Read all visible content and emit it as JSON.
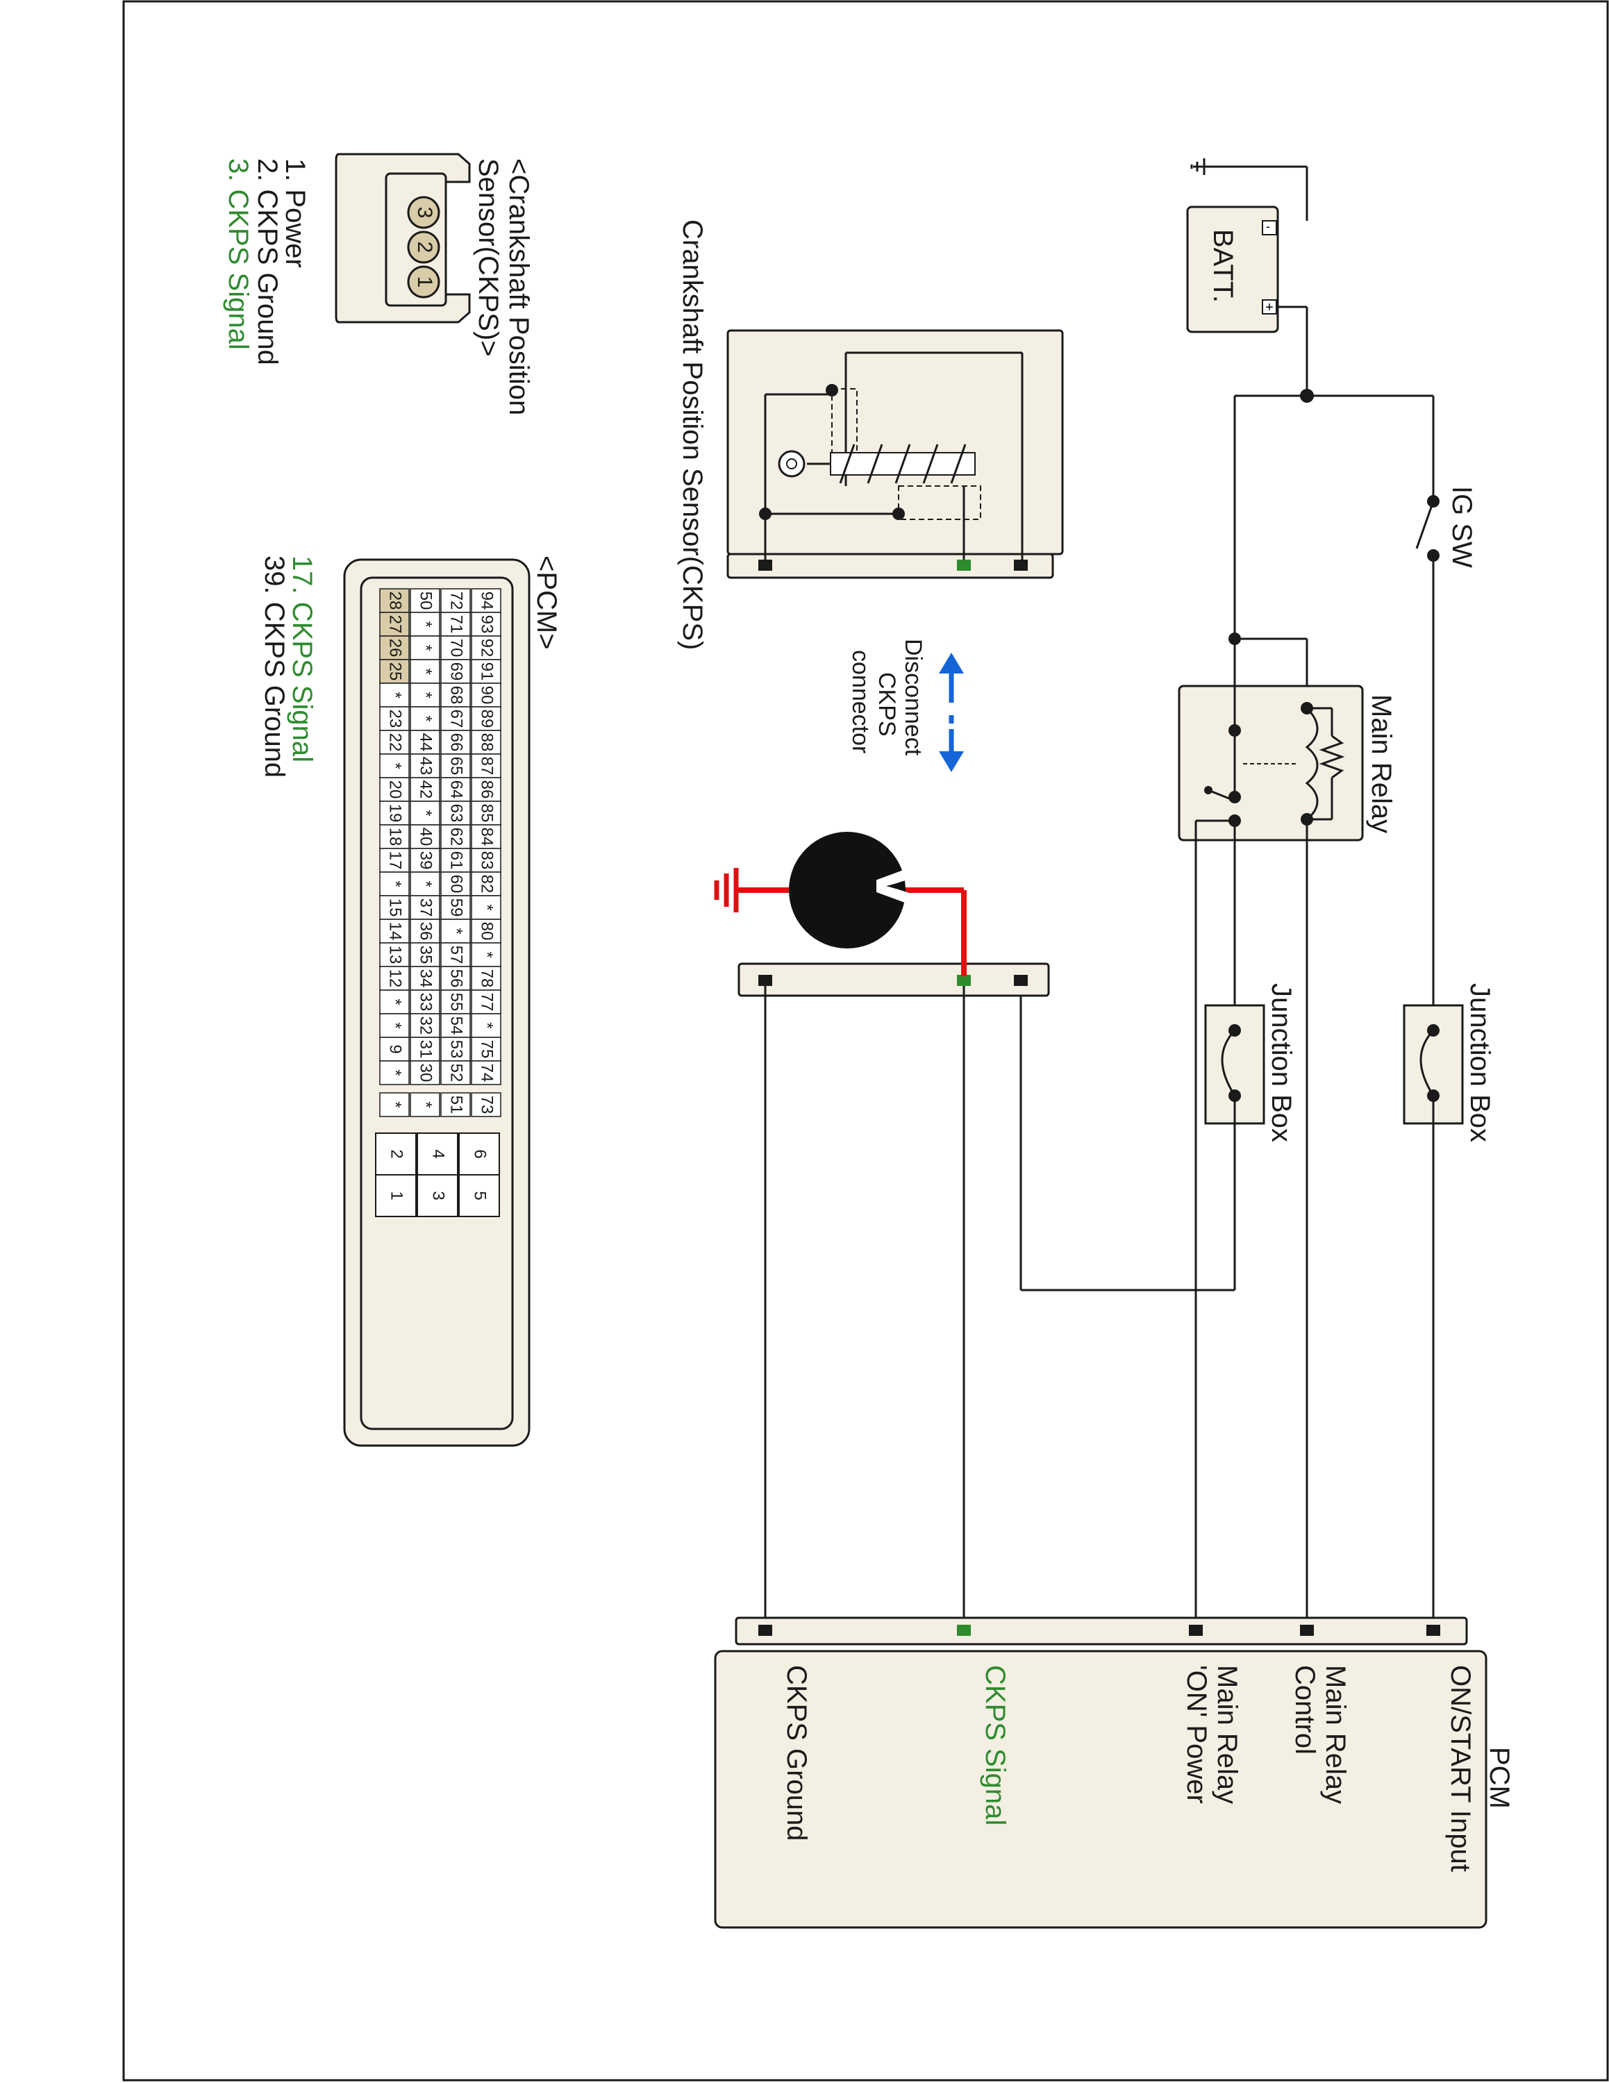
{
  "colors": {
    "wire": "#1a1a1a",
    "signal_green": "#2e8b2e",
    "probe_red": "#e01010",
    "arrow_blue": "#1565d8",
    "connector_fill": "#f3efe3",
    "highlight_pin": "#d9ccA8"
  },
  "labels": {
    "battery": "BATT.",
    "ig_sw": "IG SW",
    "main_relay": "Main Relay",
    "junction_box_1": "Junction Box",
    "junction_box_2": "Junction Box",
    "ckps_component": "Crankshaft Position Sensor(CKPS)",
    "disconnect_line1": "Disconnect",
    "disconnect_line2": "CKPS",
    "disconnect_line3": "connector",
    "voltmeter": "V",
    "pcm_title": "PCM"
  },
  "pcm_terminals": [
    {
      "label_lines": [
        "ON/START Input"
      ],
      "green": false
    },
    {
      "label_lines": [
        "Main Relay",
        "Control"
      ],
      "green": false
    },
    {
      "label_lines": [
        "Main Relay",
        "'ON' Power"
      ],
      "green": false
    },
    {
      "label_lines": [
        "CKPS Signal"
      ],
      "green": true
    },
    {
      "label_lines": [
        "CKPS Ground"
      ],
      "green": false
    }
  ],
  "ckps_connector": {
    "title_line1": "<Crankshaft Position",
    "title_line2": "Sensor(CKPS)>",
    "pins": [
      "3",
      "2",
      "1"
    ],
    "legend": [
      {
        "text": "1. Power",
        "green": false
      },
      {
        "text": "2. CKPS Ground",
        "green": false
      },
      {
        "text": "3. CKPS Signal",
        "green": true
      }
    ]
  },
  "pcm_connector": {
    "title": "<PCM>",
    "legend": [
      {
        "text": "17. CKPS Signal",
        "green": true
      },
      {
        "text": "39. CKPS Ground",
        "green": false
      }
    ],
    "main_rows": [
      [
        "94",
        "93",
        "92",
        "91",
        "90",
        "89",
        "88",
        "87",
        "86",
        "85",
        "84",
        "83",
        "82",
        "*",
        "80",
        "*",
        "78",
        "77",
        "*",
        "75",
        "74"
      ],
      [
        "72",
        "71",
        "70",
        "69",
        "68",
        "67",
        "66",
        "65",
        "64",
        "63",
        "62",
        "61",
        "60",
        "59",
        "*",
        "57",
        "56",
        "55",
        "54",
        "53",
        "52"
      ],
      [
        "50",
        "*",
        "*",
        "*",
        "*",
        "*",
        "44",
        "43",
        "42",
        "*",
        "40",
        "39",
        "*",
        "37",
        "36",
        "35",
        "34",
        "33",
        "32",
        "31",
        "30"
      ],
      [
        "28",
        "27",
        "26",
        "25",
        "*",
        "23",
        "22",
        "*",
        "20",
        "19",
        "18",
        "17",
        "*",
        "15",
        "14",
        "13",
        "12",
        "*",
        "*",
        "9",
        "*"
      ]
    ],
    "highlighted": [
      "28",
      "27",
      "26",
      "25"
    ],
    "side_col": [
      "73",
      "51",
      "*",
      "*"
    ],
    "power_block": [
      [
        "6",
        "5"
      ],
      [
        "4",
        "3"
      ],
      [
        "2",
        "1"
      ]
    ]
  }
}
